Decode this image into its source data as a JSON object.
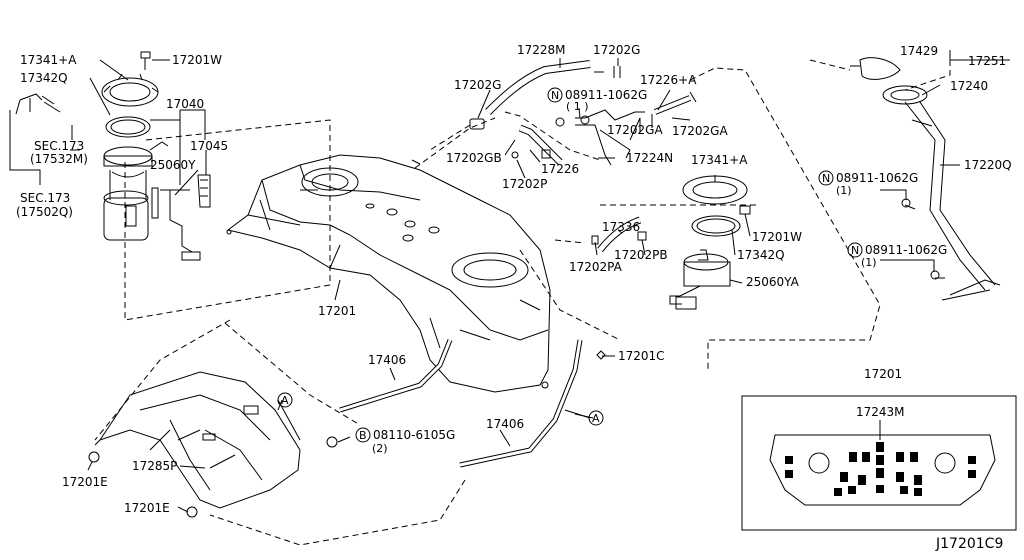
{
  "labels": {
    "p17341A_left": "17341+A",
    "p17201W_top": "17201W",
    "p17342Q_left": "17342Q",
    "p17040": "17040",
    "sec173_a_1": "SEC.173",
    "sec173_a_2": "(17532M)",
    "p17045": "17045",
    "p25060Y": "25060Y",
    "sec173_b_1": "SEC.173",
    "sec173_b_2": "(17502Q)",
    "p17228M": "17228M",
    "p17202G_top": "17202G",
    "p17202G_mid": "17202G",
    "n08911_a": "08911-1062G",
    "n08911_a_qty": "( 1 )",
    "p17226A": "17226+A",
    "p17202GA_1": "17202GA",
    "p17202GA_2": "17202GA",
    "p17202GB": "17202GB",
    "p17226": "17226",
    "p17224N": "17224N",
    "p17202P": "17202P",
    "p17341A_right": "17341+A",
    "p17336": "17336",
    "p17201W_right": "17201W",
    "p17202PB": "17202PB",
    "p17202PA": "17202PA",
    "p17342Q_right": "17342Q",
    "p25060YA": "25060YA",
    "p17201_main": "17201",
    "p17429": "17429",
    "p17251": "17251",
    "p17240": "17240",
    "p17220Q": "17220Q",
    "n08911_b": "08911-1062G",
    "n08911_b_qty": "(1)",
    "n08911_c": "08911-1062G",
    "n08911_c_qty": "(1)",
    "p17201C": "17201C",
    "p17406_left": "17406",
    "p17406_right": "17406",
    "marker_a_left": "A",
    "marker_a_right": "A",
    "b08110": "08110-6105G",
    "b08110_qty": "(2)",
    "p17285P": "17285P",
    "p17201E_left": "17201E",
    "p17201E_bottom": "17201E",
    "inset_17201": "17201",
    "inset_17243M": "17243M",
    "n_symbol": "N",
    "b_symbol": "B",
    "drawing_code": "J17201C9"
  }
}
